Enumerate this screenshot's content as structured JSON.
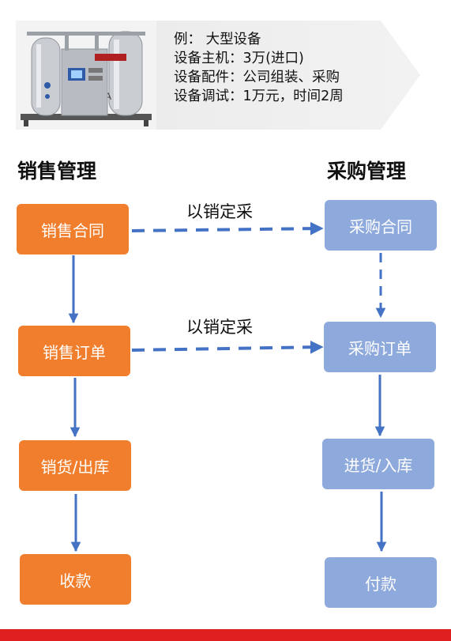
{
  "banner": {
    "lines": [
      "例： 大型设备",
      "设备主机：3万(进口)",
      "设备配件：公司组装、采购",
      "设备调试：1万元，时间2周"
    ]
  },
  "sales": {
    "heading": "销售管理",
    "steps": [
      "销售合同",
      "销售订单",
      "销货/出库",
      "收款"
    ]
  },
  "purchase": {
    "heading": "采购管理",
    "steps": [
      "采购合同",
      "采购订单",
      "进货/入库",
      "付款"
    ]
  },
  "links": [
    "以销定采",
    "以销定采"
  ],
  "colors": {
    "sales": "#f07e2c",
    "purchase": "#8ea9dc",
    "arrow": "#4472c4",
    "footer": "#e02020"
  }
}
